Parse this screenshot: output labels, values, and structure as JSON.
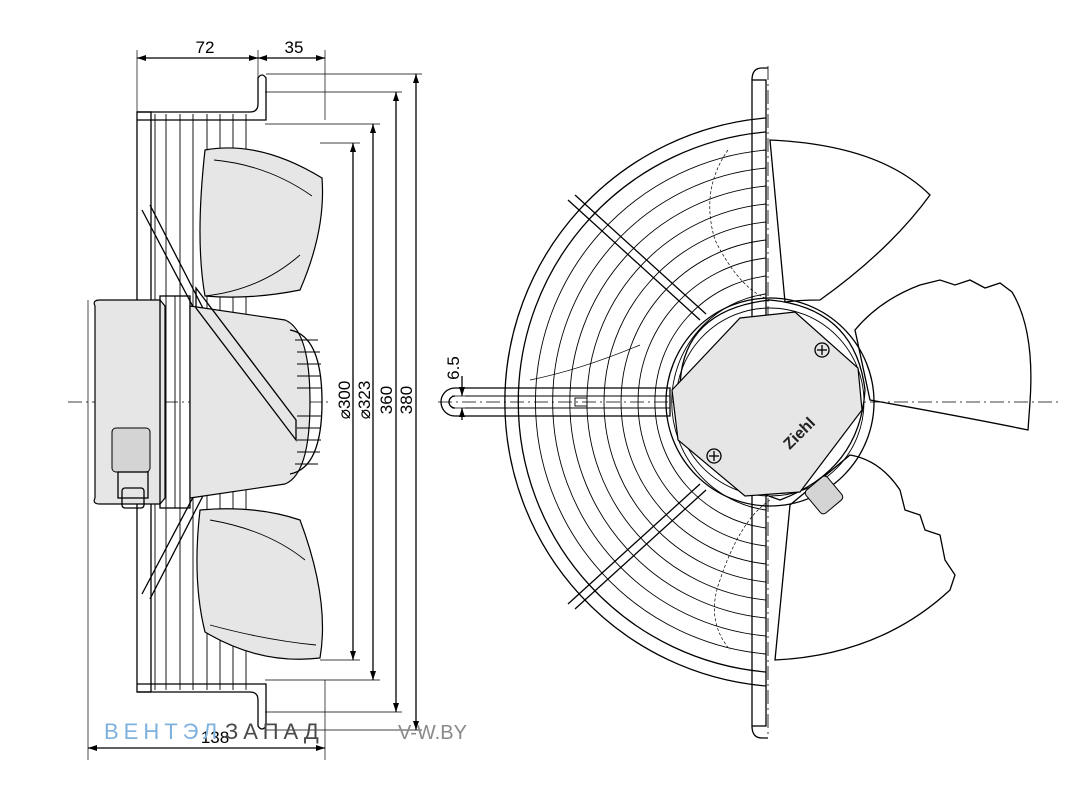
{
  "dimensions": {
    "width_72": "72",
    "width_35": "35",
    "width_138": "138",
    "slot_6_5": "6.5",
    "dia_300": "⌀300",
    "dia_323": "⌀323",
    "height_360": "360",
    "height_380": "380"
  },
  "brand_label": "Ziehl",
  "watermark": {
    "part1": "ВЕНТЭЛ",
    "part2": "ЗАПАД",
    "site": "V-W.BY"
  }
}
